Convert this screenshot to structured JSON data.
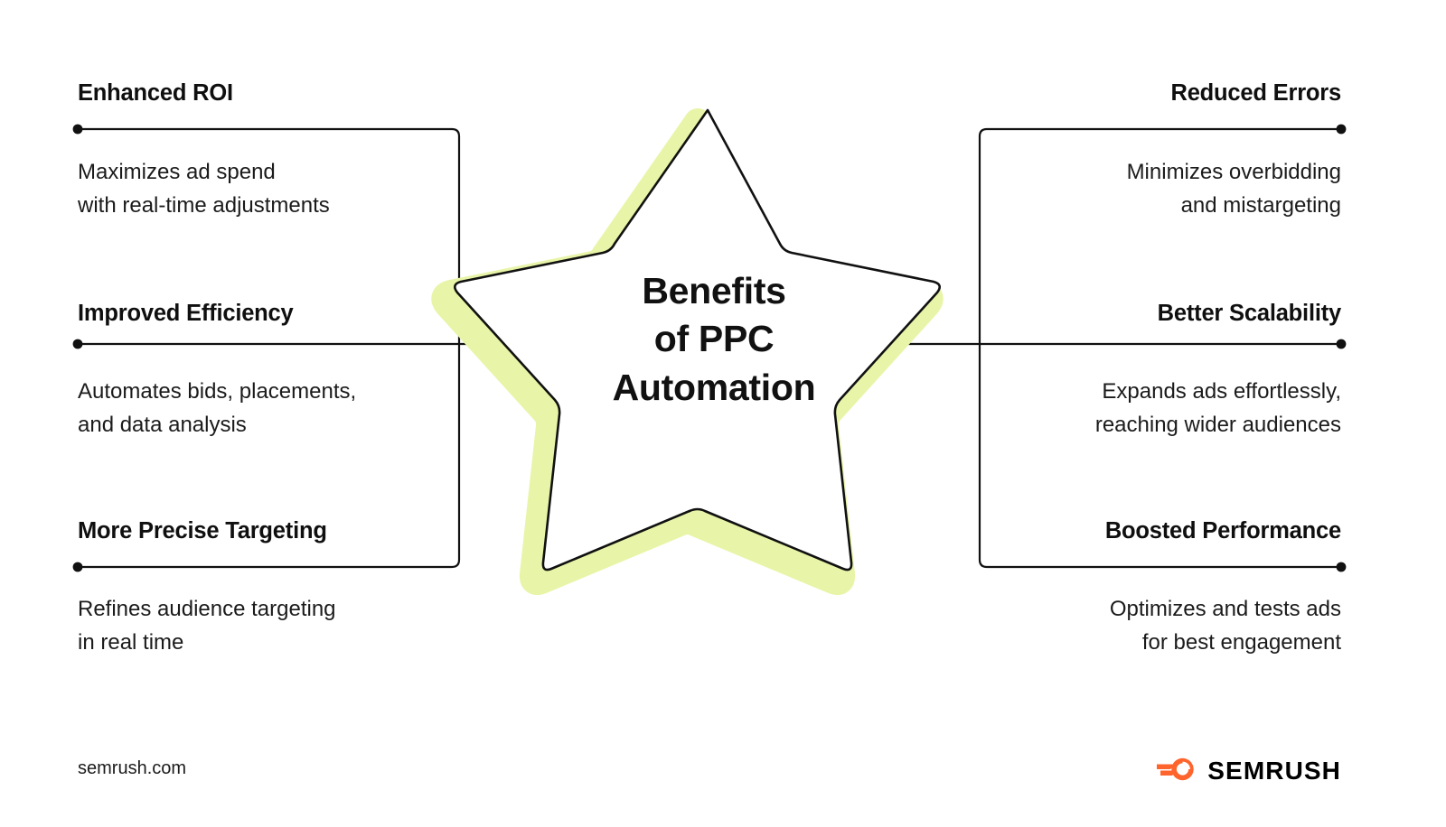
{
  "title": "Benefits of PPC Automation infographic",
  "colors": {
    "background": "#ffffff",
    "star_glow": "#e8f5a8",
    "star_fill": "#ffffff",
    "stroke": "#111111",
    "text": "#1b1b1b",
    "heading": "#0f0f0f",
    "brand_orange": "#ff642d"
  },
  "center": {
    "shape": "star",
    "title_lines": [
      "Benefits",
      "of PPC",
      "Automation"
    ],
    "title_text": "Benefits of PPC Automation"
  },
  "left_items": [
    {
      "heading": "Enhanced ROI",
      "body_lines": [
        "Maximizes ad spend",
        "with real-time adjustments"
      ],
      "body_text": "Maximizes ad spend with real-time adjustments"
    },
    {
      "heading": "Improved Efficiency",
      "body_lines": [
        "Automates bids, placements,",
        "and data analysis"
      ],
      "body_text": "Automates bids, placements, and data analysis"
    },
    {
      "heading": "More Precise Targeting",
      "body_lines": [
        "Refines audience targeting",
        "in real time"
      ],
      "body_text": "Refines audience targeting in real time"
    }
  ],
  "right_items": [
    {
      "heading": "Reduced Errors",
      "body_lines": [
        "Minimizes overbidding",
        "and mistargeting"
      ],
      "body_text": "Minimizes overbidding and mistargeting"
    },
    {
      "heading": "Better Scalability",
      "body_lines": [
        "Expands ads effortlessly,",
        "reaching wider audiences"
      ],
      "body_text": "Expands ads effortlessly, reaching wider audiences"
    },
    {
      "heading": "Boosted Performance",
      "body_lines": [
        "Optimizes and tests ads",
        "for best engagement"
      ],
      "body_text": "Optimizes and tests ads for best engagement"
    }
  ],
  "footer": {
    "url": "semrush.com",
    "logo_wordmark": "SEMRUSH",
    "logo_icon": "semrush-comet-icon"
  }
}
